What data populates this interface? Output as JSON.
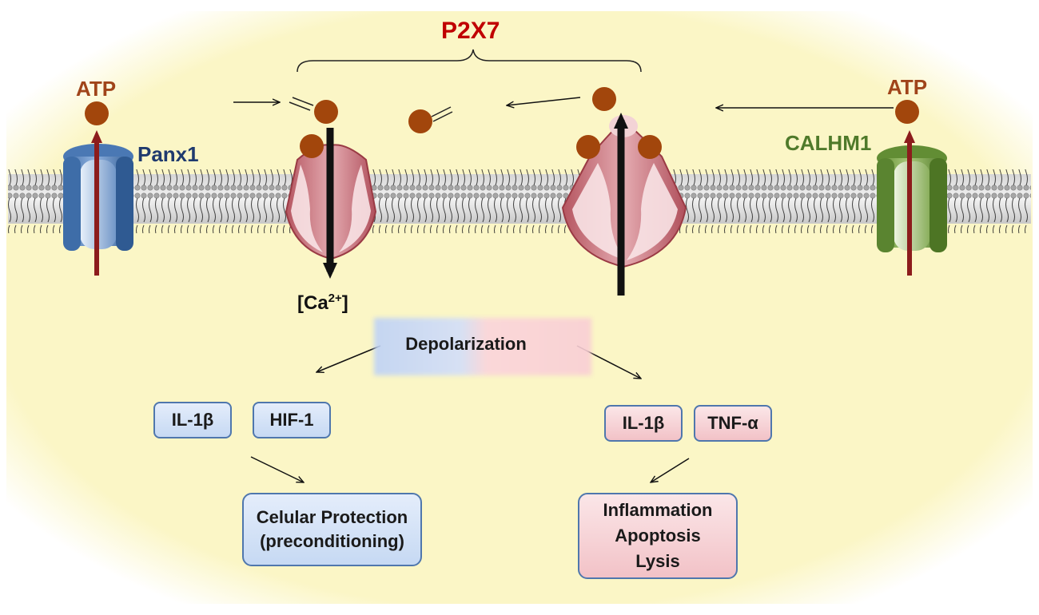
{
  "title": "P2X7",
  "atp_left": "ATP",
  "atp_right": "ATP",
  "panx1": "Panx1",
  "calhm1": "CALHM1",
  "calcium": {
    "base": "[Ca",
    "sup": "2+",
    "close": "]"
  },
  "depolarization": "Depolarization",
  "left_branch": {
    "markers": [
      "IL-1β",
      "HIF-1"
    ],
    "outcome_line1": "Celular Protection",
    "outcome_line2": "(preconditioning)"
  },
  "right_branch": {
    "markers": [
      "IL-1β",
      "TNF-α"
    ],
    "outcome_line1": "Inflammation",
    "outcome_line2": "Apoptosis",
    "outcome_line3": "Lysis"
  },
  "colors": {
    "title": "#c00000",
    "atp": "#a0441a",
    "panx1": "#1f3a6e",
    "calhm1": "#4f7a2a",
    "background": "#fbf6c6",
    "atp_ball": "#a2460c"
  },
  "icons": [
    "atp-molecule-icon",
    "panx1-channel-icon",
    "calhm1-channel-icon",
    "p2x7-receptor-icon",
    "membrane-bilayer-icon"
  ]
}
